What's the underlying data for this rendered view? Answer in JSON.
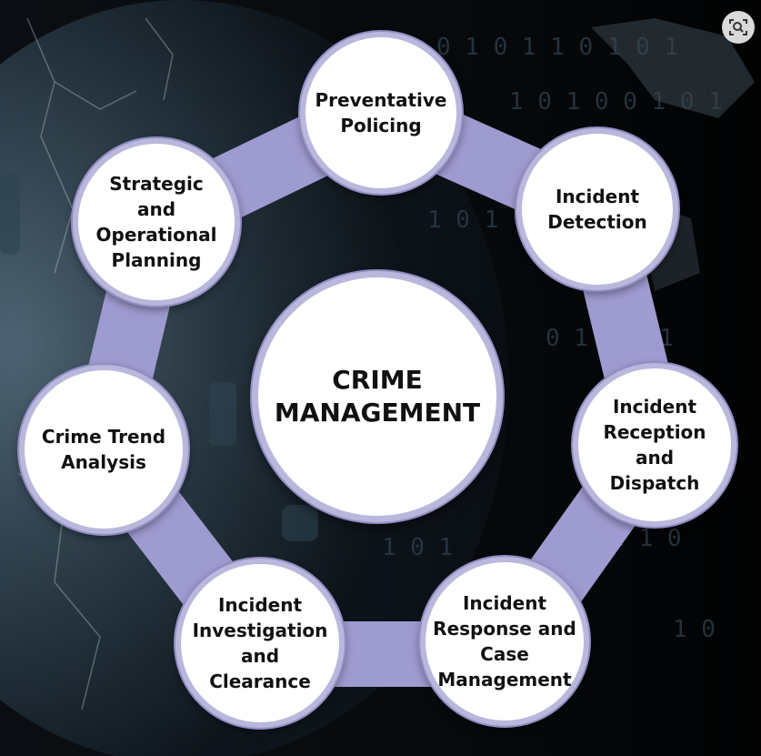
{
  "diagram": {
    "center_label": "CRIME\nMANAGEMENT",
    "nodes": [
      {
        "id": "preventative-policing",
        "label": "Preventative\nPolicing"
      },
      {
        "id": "incident-detection",
        "label": "Incident\nDetection"
      },
      {
        "id": "incident-reception-dispatch",
        "label": "Incident\nReception and\nDispatch"
      },
      {
        "id": "incident-response-case-management",
        "label": "Incident\nResponse and\nCase\nManagement"
      },
      {
        "id": "incident-investigation-clearance",
        "label": "Incident\nInvestigation\nand\nClearance"
      },
      {
        "id": "crime-trend-analysis",
        "label": "Crime Trend\nAnalysis"
      },
      {
        "id": "strategic-operational-planning",
        "label": "Strategic\nand\nOperational\nPlanning"
      }
    ]
  },
  "colors": {
    "ring": "#9e9bd0",
    "node_border": "#b9b8dc",
    "node_fill": "#ffffff",
    "text": "#111111",
    "background": "#0b0f14"
  },
  "icons": {
    "lens": "visual-search-icon"
  }
}
